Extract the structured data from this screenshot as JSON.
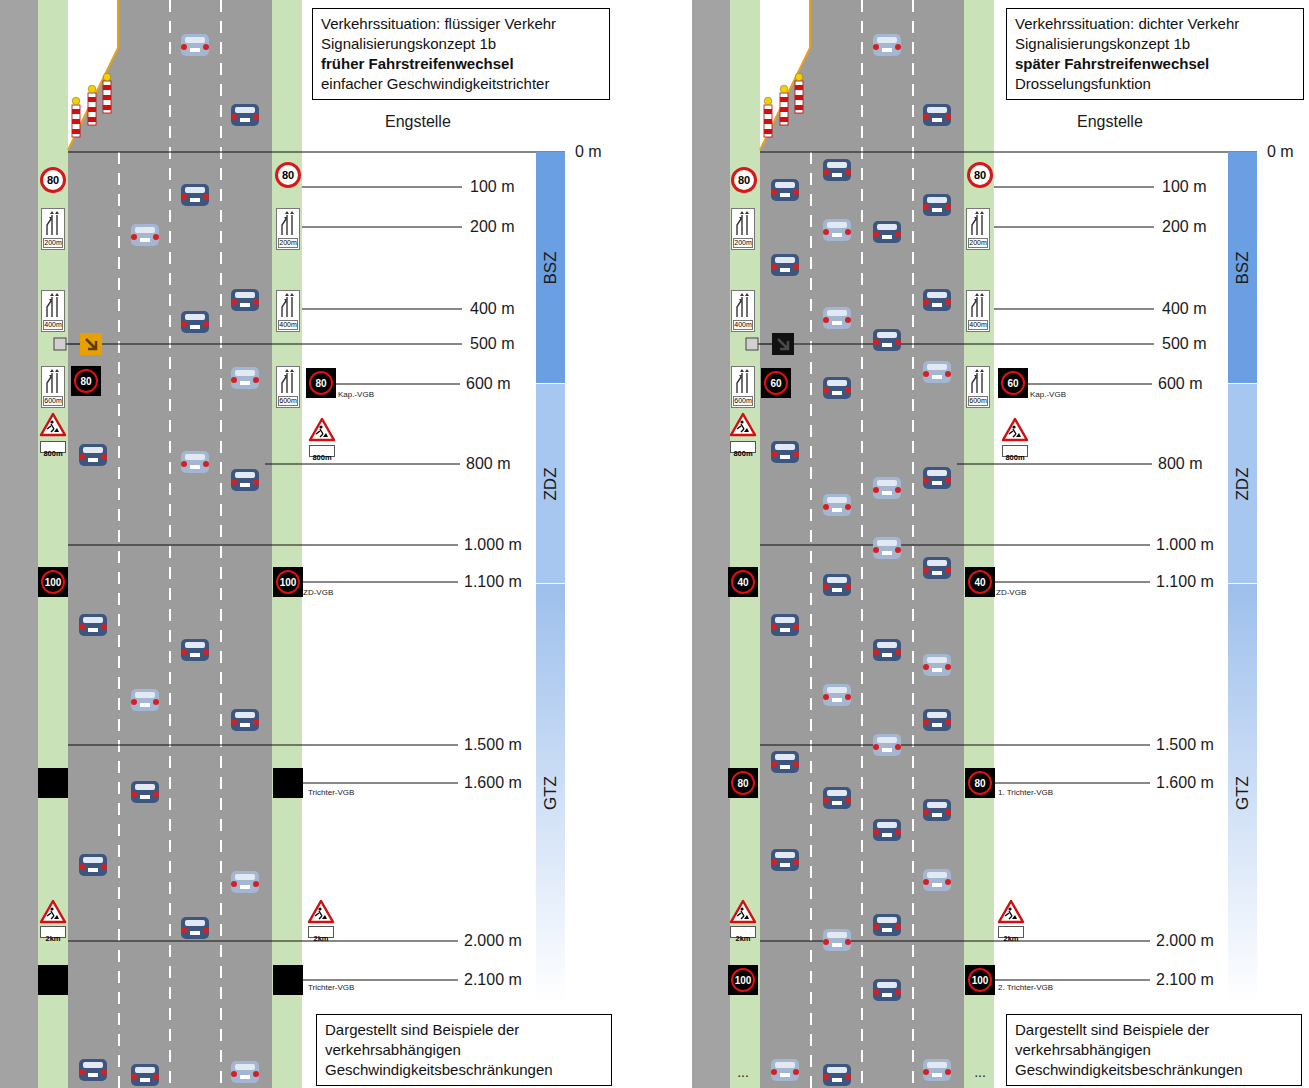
{
  "diagram": {
    "nodes": [
      {
        "text": [
          "Verkehrssituation: flüssiger Verkehr",
          "Signalisierungskonzept 1b",
          "früher Fahrstreifenwechsel",
          "einfacher Geschwindigkeitstrichter"
        ]
      },
      {
        "text": [
          "BSZ"
        ]
      },
      {
        "text": [
          "ZDZ"
        ]
      },
      {
        "text": [
          "GTZ"
        ]
      },
      {
        "text": [
          "80"
        ]
      },
      {
        "text": [
          "80"
        ]
      },
      {
        "text": [
          "200m"
        ]
      },
      {
        "text": [
          "200m"
        ]
      },
      {
        "text": [
          "400m"
        ]
      },
      {
        "text": [
          "400m"
        ]
      },
      {
        "text": [
          "600m"
        ]
      },
      {
        "text": [
          "80"
        ]
      },
      {
        "text": [
          "600m"
        ]
      },
      {
        "text": [
          "80"
        ]
      },
      {
        "text": [
          "800m"
        ]
      },
      {
        "text": [
          "800m"
        ]
      },
      {
        "text": [
          "100"
        ]
      },
      {
        "text": [
          "100"
        ]
      },
      {
        "text": [
          "2km"
        ]
      },
      {
        "text": [
          "2km"
        ]
      },
      {
        "text": [
          "Dargestellt sind Beispiele der verkehrsabhängigen Geschwindigkeitsbeschränkungen"
        ]
      },
      {
        "text": [
          "Verkehrssituation: dichter Verkehr",
          "Signalisierungskonzept 1b",
          "später Fahrstreifenwechsel",
          "Drosselungsfunktion"
        ]
      },
      {
        "text": [
          "BSZ"
        ]
      },
      {
        "text": [
          "ZDZ"
        ]
      },
      {
        "text": [
          "GTZ"
        ]
      },
      {
        "text": [
          "80"
        ]
      },
      {
        "text": [
          "80"
        ]
      },
      {
        "text": [
          "200m"
        ]
      },
      {
        "text": [
          "200m"
        ]
      },
      {
        "text": [
          "400m"
        ]
      },
      {
        "text": [
          "400m"
        ]
      },
      {
        "text": [
          "600m"
        ]
      },
      {
        "text": [
          "60"
        ]
      },
      {
        "text": [
          "600m"
        ]
      },
      {
        "text": [
          "60"
        ]
      },
      {
        "text": [
          "800m"
        ]
      },
      {
        "text": [
          "800m"
        ]
      },
      {
        "text": [
          "40"
        ]
      },
      {
        "text": [
          "40"
        ]
      },
      {
        "text": [
          "80"
        ]
      },
      {
        "text": [
          "80"
        ]
      },
      {
        "text": [
          "2km"
        ]
      },
      {
        "text": [
          "2km"
        ]
      },
      {
        "text": [
          "100"
        ]
      },
      {
        "text": [
          "100"
        ]
      },
      {
        "text": [
          "Dargestellt sind Beispiele der verkehrsabhängigen Geschwindigkeitsbeschränkungen"
        ]
      }
    ],
    "labels": [
      "Engstelle",
      "0 m",
      "100 m",
      "200 m",
      "400 m",
      "500 m",
      "600 m",
      "Kap.-VGB",
      "800 m",
      "1.000 m",
      "1.100 m",
      "ZD-VGB",
      "1.500 m",
      "1.600 m",
      "Trichter-VGB",
      "2.000 m",
      "2.100 m",
      "Trichter-VGB",
      "Engstelle",
      "0 m",
      "100 m",
      "200 m",
      "400 m",
      "500 m",
      "600 m",
      "Kap.-VGB",
      "800 m",
      "1.000 m",
      "1.100 m",
      "ZD-VGB",
      "1.500 m",
      "1.600 m",
      "1. Trichter-VGB",
      "2.000 m",
      "2.100 m",
      "2. Trichter-VGB",
      "...",
      "..."
    ]
  }
}
